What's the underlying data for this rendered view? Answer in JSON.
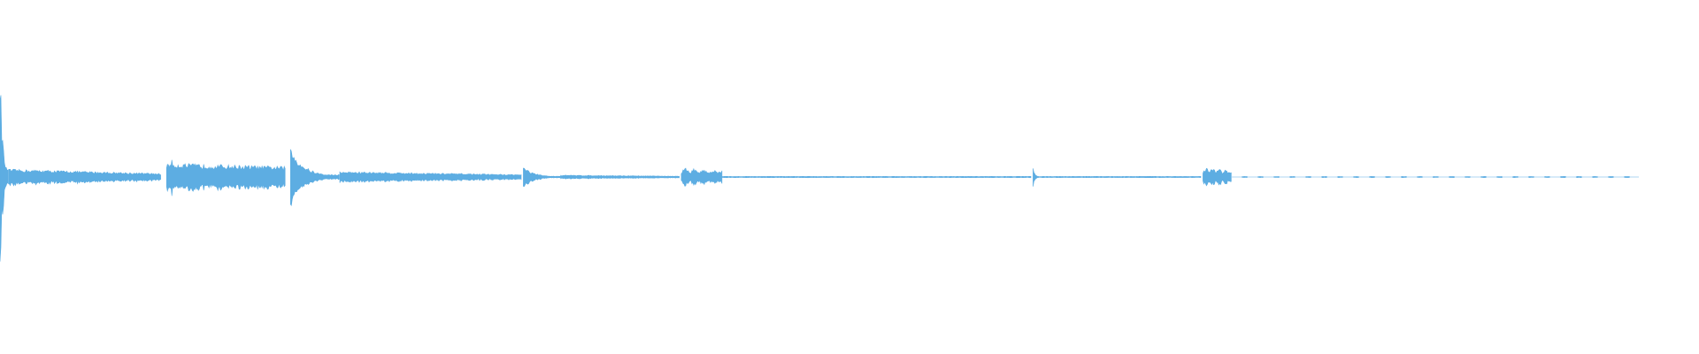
{
  "waveform": {
    "color": "#5dade2",
    "background": "#ffffff",
    "duration_fraction_with_signal": 0.94,
    "bursts": [
      {
        "name": "burst-1",
        "start": 0.0,
        "end": 0.005,
        "peak": 0.68,
        "decay": "sharp"
      },
      {
        "name": "tail-1",
        "start": 0.005,
        "end": 0.095,
        "peak": 0.05,
        "decay": "slow"
      },
      {
        "name": "burst-2",
        "start": 0.098,
        "end": 0.168,
        "peak": 0.1,
        "decay": "plateau"
      },
      {
        "name": "burst-3",
        "start": 0.171,
        "end": 0.2,
        "peak": 0.17,
        "decay": "sharp"
      },
      {
        "name": "tail-3",
        "start": 0.2,
        "end": 0.307,
        "peak": 0.035,
        "decay": "slow"
      },
      {
        "name": "burst-4",
        "start": 0.308,
        "end": 0.33,
        "peak": 0.06,
        "decay": "sharp"
      },
      {
        "name": "tail-4",
        "start": 0.33,
        "end": 0.4,
        "peak": 0.012,
        "decay": "slow"
      },
      {
        "name": "burst-5",
        "start": 0.401,
        "end": 0.425,
        "peak": 0.055,
        "decay": "flutter"
      },
      {
        "name": "quiet-1",
        "start": 0.425,
        "end": 0.607,
        "peak": 0.006,
        "decay": "flat"
      },
      {
        "name": "click-6",
        "start": 0.608,
        "end": 0.612,
        "peak": 0.05,
        "decay": "sharp"
      },
      {
        "name": "quiet-2",
        "start": 0.612,
        "end": 0.707,
        "peak": 0.006,
        "decay": "flat"
      },
      {
        "name": "burst-7",
        "start": 0.708,
        "end": 0.725,
        "peak": 0.055,
        "decay": "flutter"
      },
      {
        "name": "sparse",
        "start": 0.725,
        "end": 0.965,
        "peak": 0.004,
        "decay": "dotted"
      }
    ]
  }
}
